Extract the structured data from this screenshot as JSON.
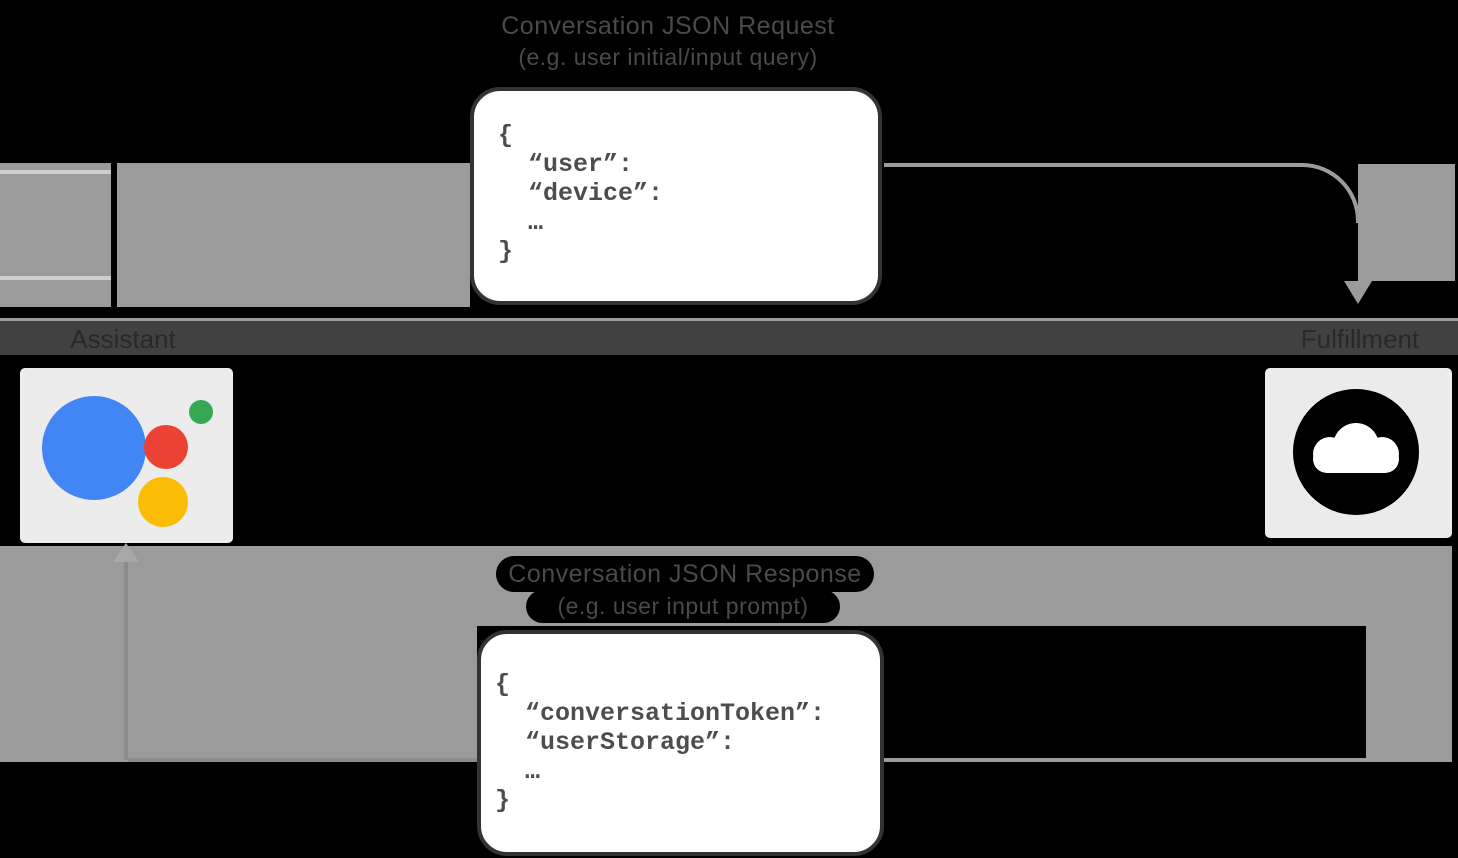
{
  "request_flow": {
    "label_line1": "Conversation JSON Request",
    "label_line2": "(e.g. user initial/input query)",
    "code_lines": [
      "{",
      "  “user”:",
      "  “device”:",
      "  …",
      "}"
    ]
  },
  "response_flow": {
    "label_line1": "Conversation JSON Response",
    "label_line2": "(e.g. user input prompt)",
    "code_lines": [
      "{",
      "  “conversationToken”:",
      "  “userStorage”:",
      "  …",
      "}"
    ]
  },
  "actors": {
    "left": {
      "label": "Assistant",
      "icon": "google-assistant-logo"
    },
    "right": {
      "label": "Fulfillment",
      "icon": "cloud-icon"
    }
  },
  "colors": {
    "background": "#000000",
    "connector_gray": "#9B9B9B",
    "label_band": "#414141",
    "actor_box_bg": "#ECECEC",
    "code_box_bg": "#FFFFFF",
    "code_box_border": "#333333",
    "code_text": "#4D4D4D",
    "label_text": "#4A4A4A",
    "google_blue": "#4285F4",
    "google_red": "#EA4335",
    "google_green": "#34A853",
    "google_yellow": "#FBBC05",
    "cloud_icon": "#000000"
  }
}
